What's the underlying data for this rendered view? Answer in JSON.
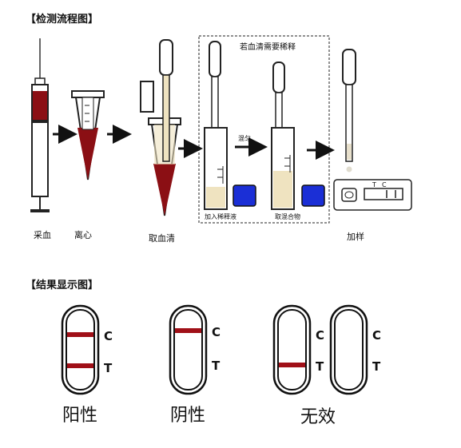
{
  "sections": {
    "process_title": "【检测流程图】",
    "result_title": "【结果显示图】"
  },
  "steps": [
    {
      "label": "采血"
    },
    {
      "label": "离心"
    },
    {
      "label": "取血清"
    },
    {
      "label": "加样"
    }
  ],
  "dilution": {
    "box_title": "若血清需要稀释",
    "add_label": "加入稀释液",
    "mix_label": "混匀",
    "take_label": "取混合物"
  },
  "cassette": {
    "t_mark": "T",
    "c_mark": "C"
  },
  "results": [
    {
      "label": "阳性"
    },
    {
      "label": "阴性"
    },
    {
      "label": "无效"
    }
  ],
  "strip_marks": {
    "c": "C",
    "t": "T"
  },
  "colors": {
    "blood": "#8b0f14",
    "serum": "#efe3c0",
    "buffer": "#1b2fd6",
    "line": "#a01018"
  }
}
